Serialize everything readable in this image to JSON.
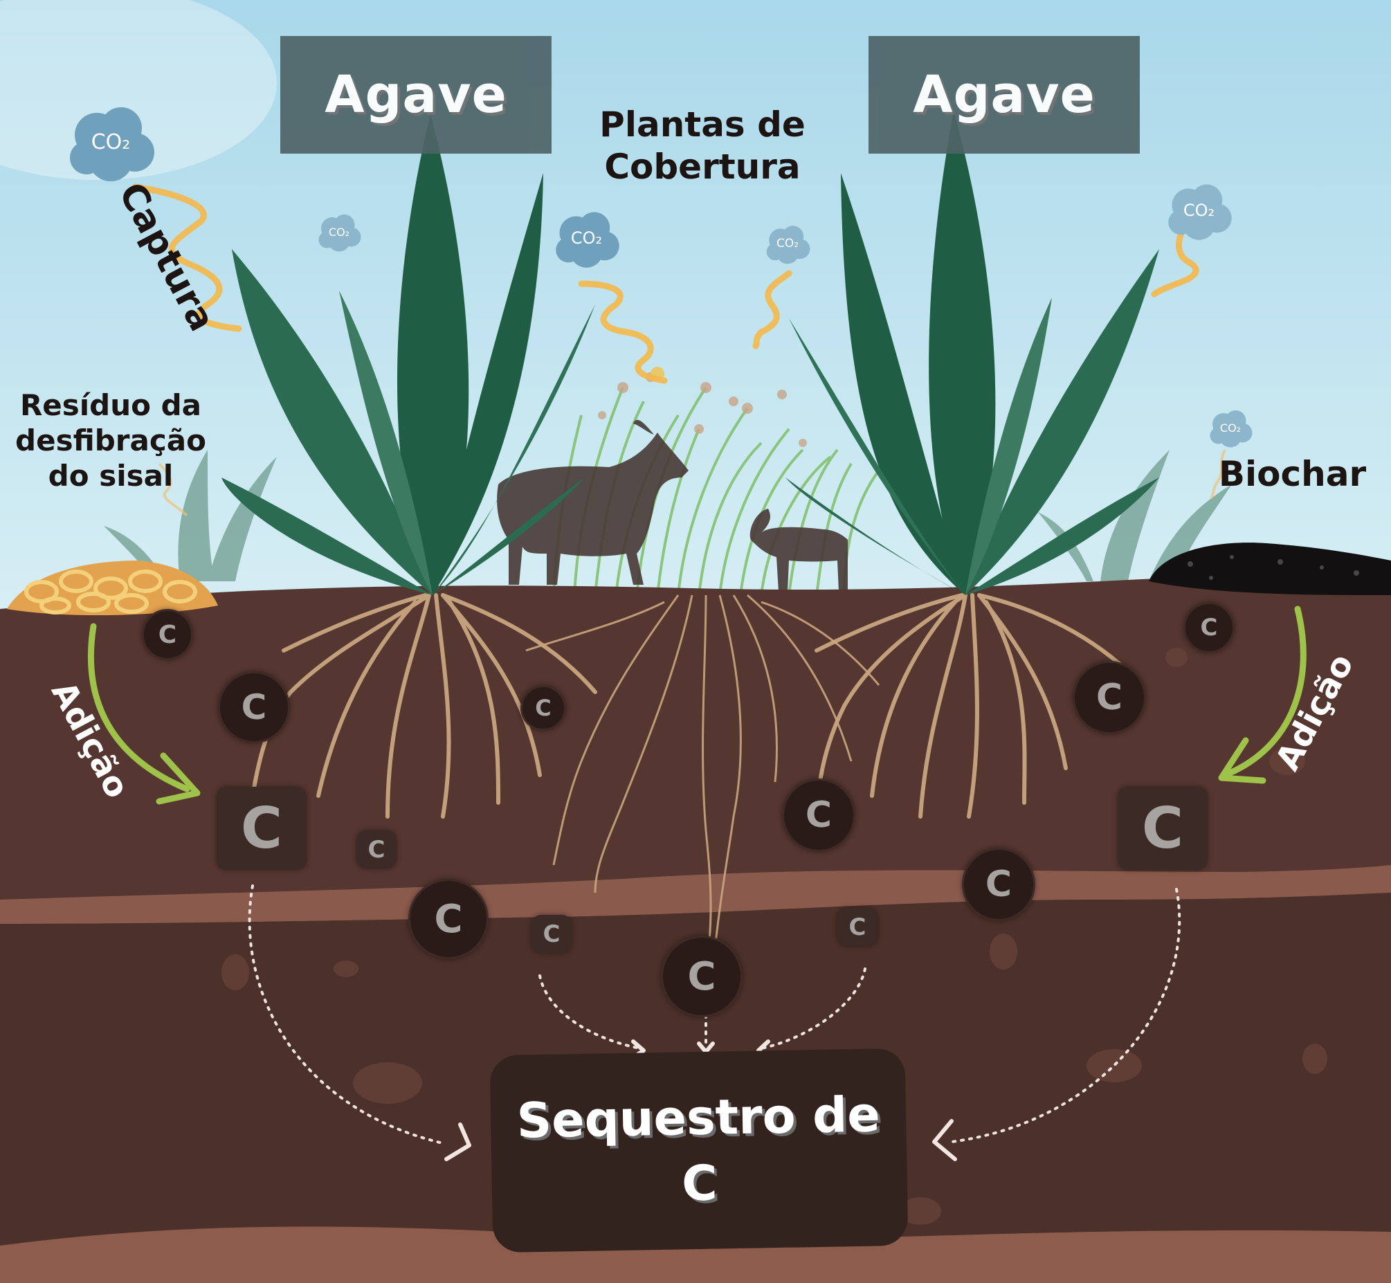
{
  "title": "",
  "labels": {
    "agave_left": "Agave",
    "agave_right": "Agave",
    "plantas_de_cobertura": "Plantas de\nCobertura",
    "captura": "Captura",
    "residuo": "Resíduo da\ndesfibração\ndo sisal",
    "biochar": "Biochar",
    "adicao_left": "Adição",
    "adicao_right": "Adição",
    "sequestro": "Sequestro de\nC"
  },
  "co2_label": "CO₂",
  "carbon_symbol": "C",
  "colors": {
    "sky": "#bfe3ee",
    "agave_leaf": "#1f5e45",
    "soil_top": "#5a3a32",
    "soil_band": "#8a5a4c",
    "soil_deep": "#4a302a",
    "arrow_green": "#9ec24a",
    "capture_wave": "#f5b84a",
    "co2_cloud": "#6fa1bd"
  }
}
